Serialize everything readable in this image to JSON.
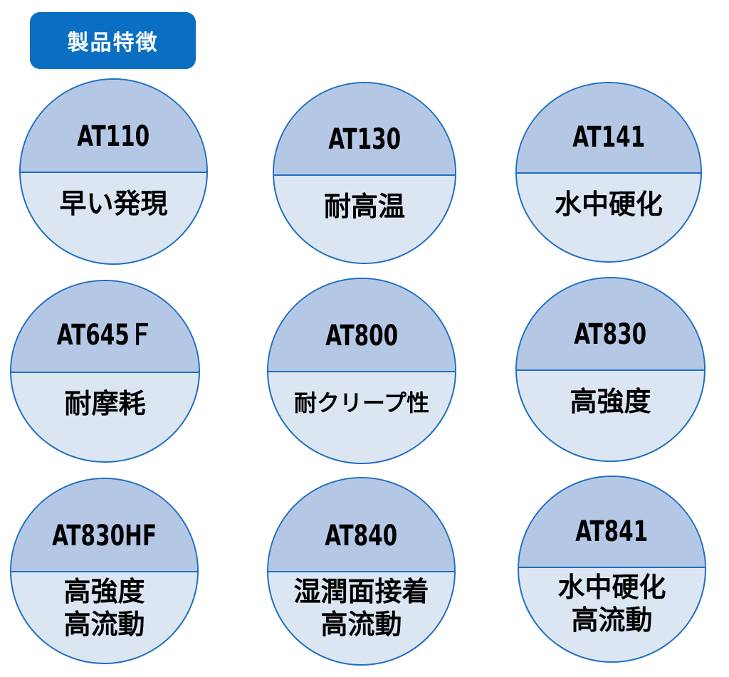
{
  "header": {
    "label": "製品特徴"
  },
  "colors": {
    "header_bg": "#0a6fc2",
    "circle_top": "#b4c8e6",
    "circle_bottom": "#dce6f3",
    "circle_border": "#1f6fc0"
  },
  "products": [
    {
      "code": "AT110",
      "feature_line1": "早い発現",
      "feature_line2": ""
    },
    {
      "code": "AT130",
      "feature_line1": "耐高温",
      "feature_line2": ""
    },
    {
      "code": "AT141",
      "feature_line1": "水中硬化",
      "feature_line2": ""
    },
    {
      "code": "AT645Ｆ",
      "feature_line1": "耐摩耗",
      "feature_line2": ""
    },
    {
      "code": "AT800",
      "feature_line1": "耐クリープ性",
      "feature_line2": ""
    },
    {
      "code": "AT830",
      "feature_line1": "高強度",
      "feature_line2": ""
    },
    {
      "code": "AT830HF",
      "feature_line1": "高強度",
      "feature_line2": "高流動"
    },
    {
      "code": "AT840",
      "feature_line1": "湿潤面接着",
      "feature_line2": "高流動"
    },
    {
      "code": "AT841",
      "feature_line1": "水中硬化",
      "feature_line2": "高流動"
    }
  ]
}
